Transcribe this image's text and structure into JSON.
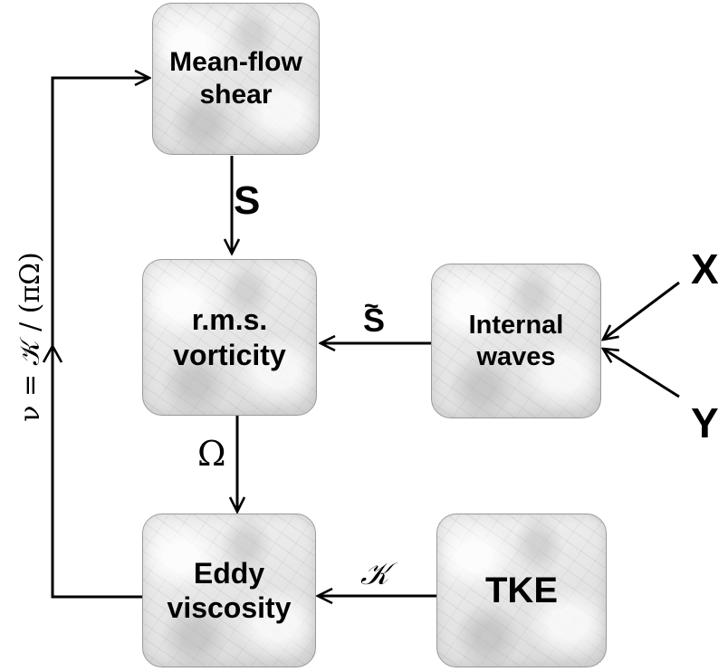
{
  "nodes": {
    "mean_flow_shear": {
      "line1": "Mean-flow",
      "line2": "shear"
    },
    "rms_vorticity": {
      "line1": "r.m.s.",
      "line2": "vorticity"
    },
    "internal_waves": {
      "line1": "Internal",
      "line2": "waves"
    },
    "eddy_viscosity": {
      "line1": "Eddy",
      "line2": "viscosity"
    },
    "tke": {
      "label": "TKE"
    }
  },
  "edge_labels": {
    "shear_to_vorticity": "S",
    "waves_to_vorticity": "S",
    "waves_to_vorticity_accent": "~",
    "vorticity_to_eddy": "Ω",
    "tke_to_eddy": "𝒦",
    "feedback": "ν = 𝒦 / (πΩ)"
  },
  "inputs": {
    "x": "X",
    "y": "Y"
  }
}
